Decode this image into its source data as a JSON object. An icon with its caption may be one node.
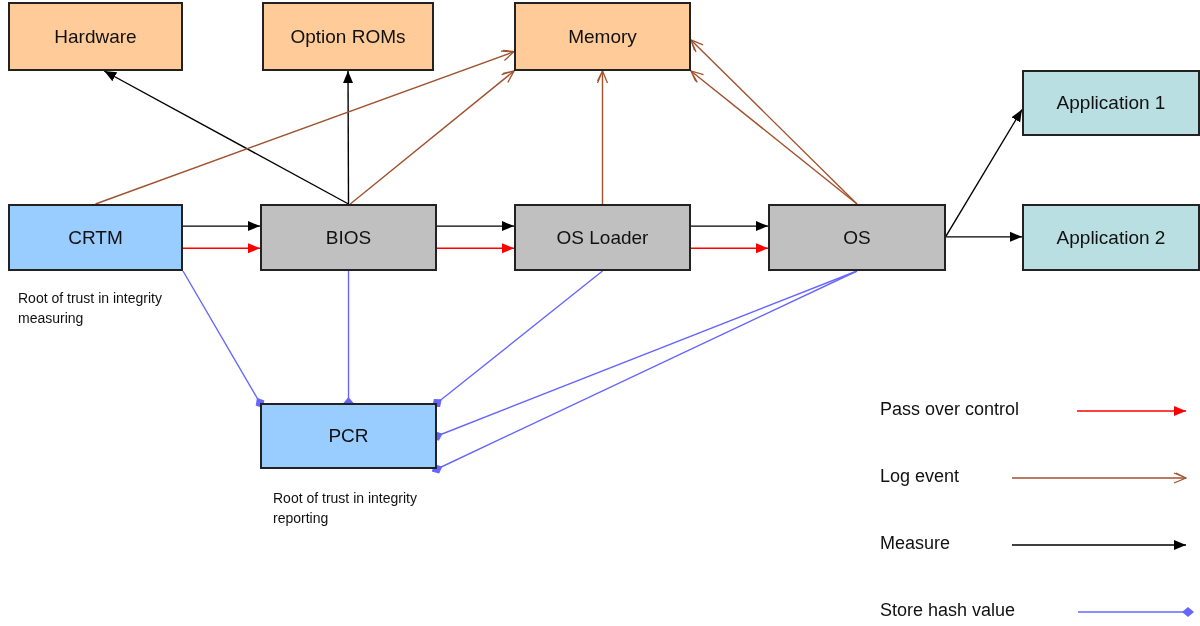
{
  "diagram": {
    "nodes": [
      {
        "text": [
          "Hardware"
        ]
      },
      {
        "text": [
          "Option ROMs"
        ]
      },
      {
        "text": [
          "Memory"
        ]
      },
      {
        "text": [
          "Application 1"
        ]
      },
      {
        "text": [
          "CRTM"
        ],
        "beside": [
          "Root of trust in integrity measuring"
        ]
      },
      {
        "text": [
          "BIOS"
        ]
      },
      {
        "text": [
          "OS Loader"
        ]
      },
      {
        "text": [
          "OS"
        ]
      },
      {
        "text": [
          "Application 2"
        ]
      },
      {
        "text": [
          "PCR"
        ],
        "beside": [
          "Root of trust in integrity reporting"
        ]
      }
    ],
    "edges": [
      {
        "from": 4,
        "to": 5,
        "arrow": "to"
      },
      {
        "from": 4,
        "to": 5,
        "arrow": "to",
        "color": "#ff0000"
      },
      {
        "from": 5,
        "to": 6,
        "arrow": "to"
      },
      {
        "from": 5,
        "to": 6,
        "arrow": "to",
        "color": "#ff0000"
      },
      {
        "from": 6,
        "to": 7,
        "arrow": "to"
      },
      {
        "from": 6,
        "to": 7,
        "arrow": "to",
        "color": "#ff0000"
      },
      {
        "from": 5,
        "to": 0,
        "arrow": "to"
      },
      {
        "from": 5,
        "to": 1,
        "arrow": "to"
      },
      {
        "from": 7,
        "to": 3,
        "arrow": "to"
      },
      {
        "from": 7,
        "to": 8,
        "arrow": "to"
      },
      {
        "from": 4,
        "to": 2,
        "arrow": "to",
        "color": "#a0522d"
      },
      {
        "from": 5,
        "to": 2,
        "arrow": "to",
        "color": "#a0522d"
      },
      {
        "from": 6,
        "to": 2,
        "arrow": "to",
        "color": "#a0522d"
      },
      {
        "from": 7,
        "to": 2,
        "arrow": "to",
        "color": "#a0522d"
      },
      {
        "from": 7,
        "to": 2,
        "arrow": "to",
        "color": "#a0522d"
      },
      {
        "from": 4,
        "to": 9,
        "arrow": "other",
        "color": "#6666ff"
      },
      {
        "from": 5,
        "to": 9,
        "arrow": "other",
        "color": "#6666ff"
      },
      {
        "from": 6,
        "to": 9,
        "arrow": "other",
        "color": "#6666ff"
      },
      {
        "from": 7,
        "to": 9,
        "arrow": "other",
        "color": "#6666ff"
      },
      {
        "from": 7,
        "to": 9,
        "arrow": "other",
        "color": "#6666ff"
      }
    ],
    "legend": [
      {
        "text": "Pass over control"
      },
      {
        "text": "Log event"
      },
      {
        "text": "Measure"
      },
      {
        "text": "Store hash value"
      }
    ]
  }
}
